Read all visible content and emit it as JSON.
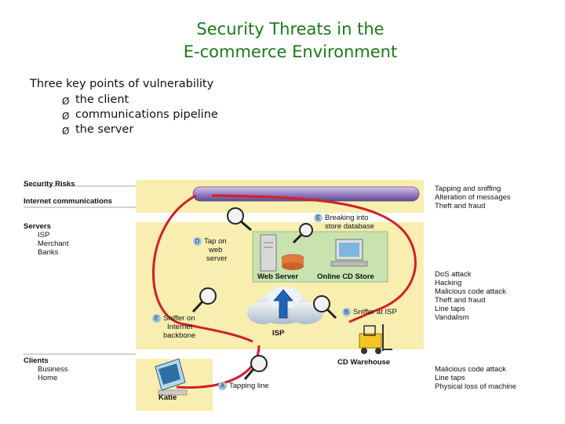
{
  "title": {
    "line1": "Security Threats in the",
    "line2": "E-commerce Environment"
  },
  "intro": {
    "heading": "Three key points of vulnerability",
    "bullets": [
      "the client",
      "communications pipeline",
      "the server"
    ],
    "bullet_marker": "Ø"
  },
  "diagram": {
    "left_labels": {
      "security_risks": "Security Risks",
      "internet_communications": "Internet communications",
      "servers": "Servers",
      "server_items": [
        "ISP",
        "Merchant",
        "Banks"
      ],
      "clients": "Clients",
      "client_items": [
        "Business",
        "Home"
      ]
    },
    "right_labels": {
      "internet": [
        "Tapping and sniffing",
        "Alteration of messages",
        "Theft and fraud"
      ],
      "servers": [
        "DoS attack",
        "Hacking",
        "Malicious code attack",
        "Theft and fraud",
        "Line taps",
        "Vandalism"
      ],
      "clients": [
        "Malicious code attack",
        "Line taps",
        "Physical loss of machine"
      ]
    },
    "callouts": {
      "e_store": {
        "letter": "E",
        "lines": [
          "Breaking into",
          "store database"
        ]
      },
      "d_tap": {
        "letter": "D",
        "lines": [
          "Tap on",
          "web",
          "server"
        ]
      },
      "e_backbone": {
        "letter": "E",
        "lines": [
          "Sniffer on",
          "Internet",
          "backbone"
        ]
      },
      "b_isp": {
        "letter": "B",
        "lines": [
          "Sniffer at ISP"
        ]
      },
      "a_tap": {
        "letter": "A",
        "lines": [
          "Tapping line"
        ]
      }
    },
    "nodes": {
      "web_server": "Web Server",
      "cd_store": "Online CD Store",
      "isp": "ISP",
      "warehouse": "CD Warehouse",
      "katie": "Katie"
    },
    "colors": {
      "band": "#f7eeb0",
      "store_box": "#c8e2b0",
      "pipe": "#9a80c4",
      "loop": "#d0202a",
      "title": "#1a7a1a"
    }
  }
}
